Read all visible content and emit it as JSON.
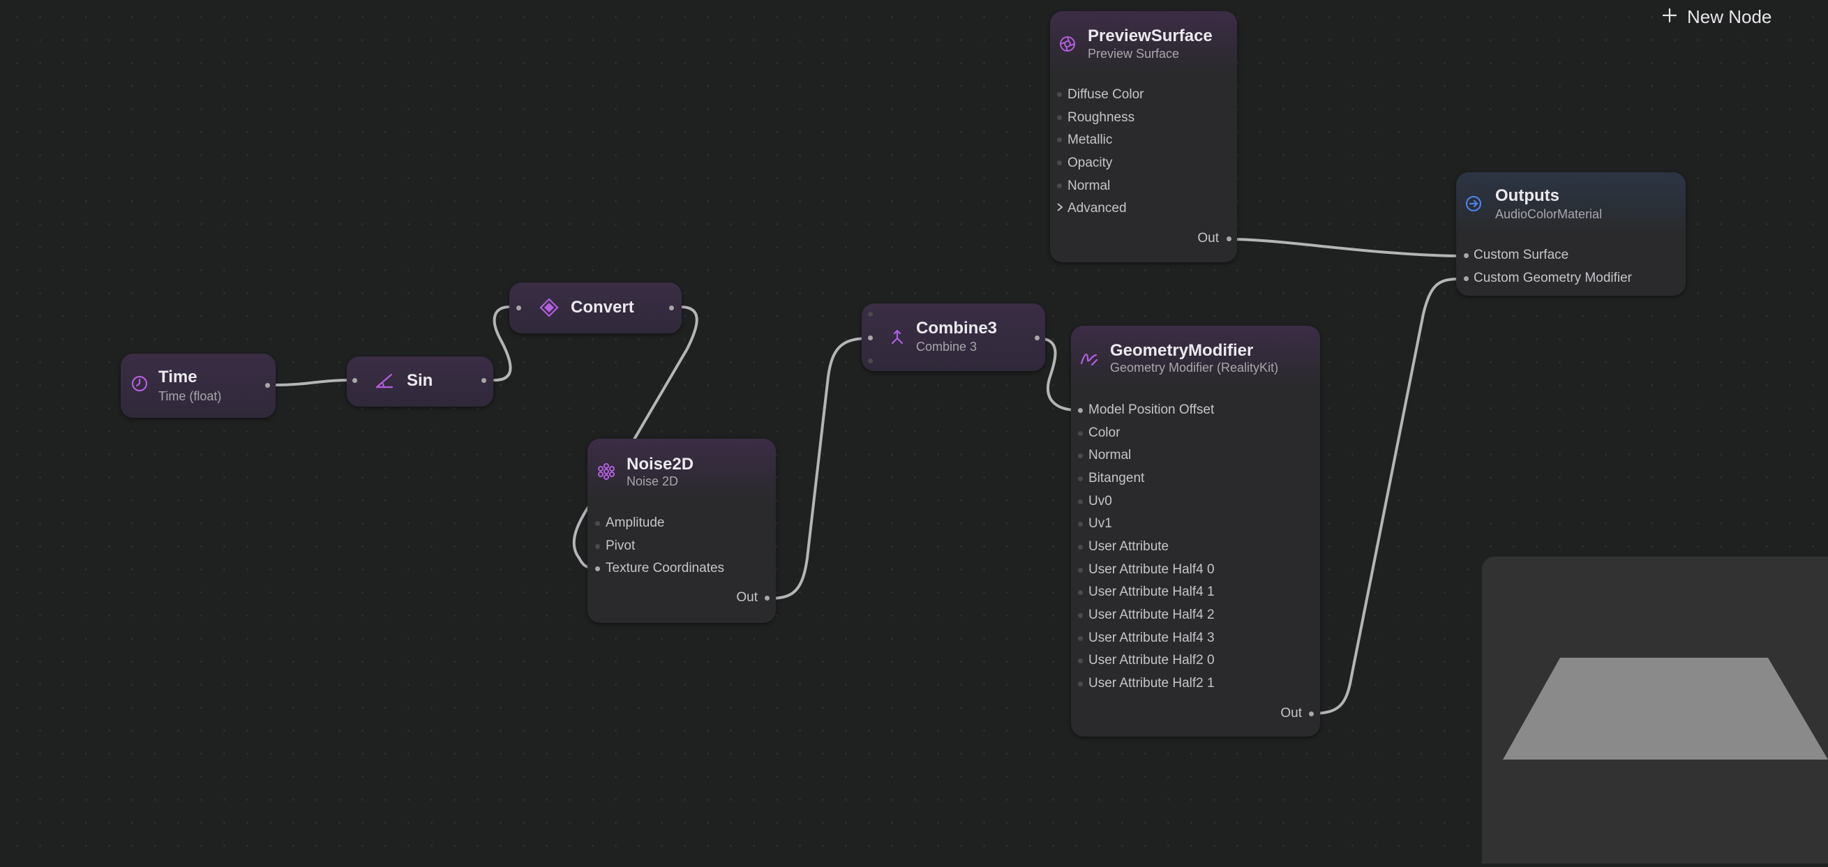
{
  "toolbar": {
    "new_node_label": "New Node",
    "new_node_icon": "plus-icon"
  },
  "nodes": {
    "time": {
      "title": "Time",
      "subtitle": "Time (float)",
      "icon": "clock-icon"
    },
    "sin": {
      "title": "Sin",
      "icon": "angle-icon"
    },
    "convert": {
      "title": "Convert",
      "icon": "diamond-icon"
    },
    "noise2d": {
      "title": "Noise2D",
      "subtitle": "Noise 2D",
      "icon": "noise-icon",
      "inputs": [
        "Amplitude",
        "Pivot",
        "Texture Coordinates"
      ],
      "output": "Out"
    },
    "combine3": {
      "title": "Combine3",
      "subtitle": "Combine 3",
      "icon": "combine-icon"
    },
    "preview_surface": {
      "title": "PreviewSurface",
      "subtitle": "Preview Surface",
      "icon": "surface-icon",
      "inputs": [
        "Diffuse Color",
        "Roughness",
        "Metallic",
        "Opacity",
        "Normal"
      ],
      "advanced": "Advanced",
      "output": "Out"
    },
    "geometry_modifier": {
      "title": "GeometryModifier",
      "subtitle": "Geometry Modifier (RealityKit)",
      "icon": "geometry-icon",
      "inputs": [
        "Model Position Offset",
        "Color",
        "Normal",
        "Bitangent",
        "Uv0",
        "Uv1",
        "User Attribute",
        "User Attribute Half4 0",
        "User Attribute Half4 1",
        "User Attribute Half4 2",
        "User Attribute Half4 3",
        "User Attribute Half2 0",
        "User Attribute Half2 1"
      ],
      "output": "Out"
    },
    "outputs": {
      "title": "Outputs",
      "subtitle": "AudioColorMaterial",
      "icon": "output-arrow-icon",
      "inputs": [
        "Custom Surface",
        "Custom Geometry Modifier"
      ]
    }
  },
  "colors": {
    "accent_purple": "#b25fe0",
    "accent_blue": "#4e7fe8",
    "wire": "#b7b6b8"
  }
}
